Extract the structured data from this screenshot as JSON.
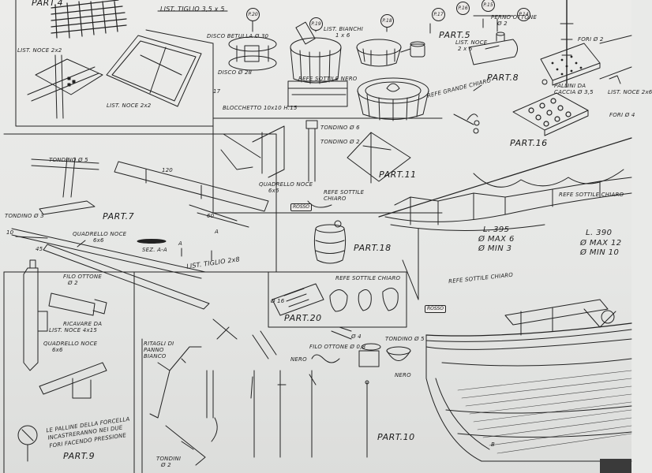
{
  "sheet": {
    "parts": [
      "PART.4",
      "PART.5",
      "PART.8",
      "PART.16",
      "PART.11",
      "PART.7",
      "PART.18",
      "PART.20",
      "PART.9",
      "PART.10"
    ],
    "circled_refs": [
      "P.20",
      "P.19",
      "P.18",
      "P.17",
      "P.16",
      "P.15",
      "P.14"
    ],
    "labels": {
      "list_tiglio_3_5": "LIST. TIGLIO 3,5 x 5",
      "list_noce_2x2_a": "LIST. NOCE 2x2",
      "list_noce_2x2_b": "LIST. NOCE 2x2",
      "disco_betulla": "DISCO BETULLA Ø 30",
      "disco_28": "DISCO Ø 28",
      "list_bianchi": "LIST. BIANCHI",
      "list_bianchi_dim": "1 x 6",
      "blocchetto": "BLOCCHETTO 10x10 H.15",
      "refe_sottile_nero": "REFE SOTTILE NERO",
      "refe_grande_chiaro": "REFE GRANDE CHIARO",
      "perno_ottone": "PERNO OTTONE",
      "perno_dim": "Ø 2",
      "list_noce_2x6": "LIST. NOCE",
      "list_noce_2x6_dim": "2 x 6",
      "fori_2": "FORI Ø 2",
      "pallini_caccia": "PALLINI DA CACCIA Ø 3,5",
      "list_noce_right": "LIST. NOCE 2x6",
      "fori_4": "FORI Ø 4",
      "tondino_6": "TONDINO Ø 6",
      "tondino_2": "TONDINO Ø 2",
      "quadrello_6x6": "QUADRELLO NOCE",
      "quadrello_6x6_dim": "6x6",
      "refe_sottile_chiaro_11": "REFE SOTTILE",
      "refe_sottile_chiaro_11b": "CHIARO",
      "refe_sottile_chiaro_sail": "REFE SOTTILE CHIARO",
      "tondino_5": "TONDINO Ø 5",
      "dim_120": "120",
      "dim_60": "60",
      "tondino_3": "TONDINO Ø 3",
      "dim_10": "10",
      "dim_45": "45",
      "quadrello_noce_7": "QUADRELLO NOCE",
      "quadrello_noce_7_dim": "6x6",
      "sez_aa": "SEZ. A-A",
      "marker_a1": "A",
      "marker_a2": "A",
      "list_tiglio_2x8": "LIST. TIGLIO 2x8",
      "rosso_18": "ROSSO",
      "l395": "L. 395",
      "max6": "Ø MAX 6",
      "min3": "Ø MIN 3",
      "l390": "L. 390",
      "max12": "Ø MAX 12",
      "min10": "Ø MIN 10",
      "refe_sottile_chiaro_hull": "REFE SOTTILE CHIARO",
      "refe_sottile_chiaro_20": "REFE SOTTILE CHIARO",
      "d16": "Ø 16",
      "rosso_hull": "ROSSO",
      "filo_ottone_2": "FILO OTTONE",
      "filo_ottone_2_dim": "Ø 2",
      "ricavare": "RICAVARE DA",
      "ricavare_dim": "LIST. NOCE 4x15",
      "quadrello_noce_9": "QUADRELLO NOCE",
      "quadrello_noce_9_dim": "6x6",
      "pallina_note_1": "LE PALLINE DELLA FORCELLA",
      "pallina_note_2": "INCASTRERANNO NEI DUE",
      "pallina_note_3": "FORI FACENDO PRESSIONE",
      "ritagli_1": "RITAGLI DI",
      "ritagli_2": "PANNO",
      "ritagli_3": "BIANCO",
      "filo_ottone_08": "FILO OTTONE Ø 0,8",
      "tondino_4": "Ø 4",
      "tondino_5b": "TONDINO Ø 5",
      "nero_1": "NERO",
      "nero_2": "NERO",
      "tondini_2": "TONDINI",
      "tondini_2_dim": "Ø 2",
      "hull_b": "B"
    }
  }
}
